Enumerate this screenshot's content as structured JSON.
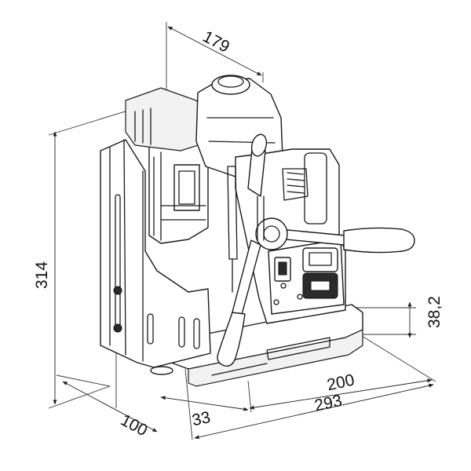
{
  "dimensions": {
    "depth_top": "179",
    "height": "314",
    "magnet_height": "38,2",
    "stroke_width": "200",
    "overall_width": "293",
    "offset": "33",
    "base_depth": "100"
  },
  "colors": {
    "line": "#1a1a1a",
    "fill": "#ffffff",
    "shade": "#f2f2f2"
  }
}
